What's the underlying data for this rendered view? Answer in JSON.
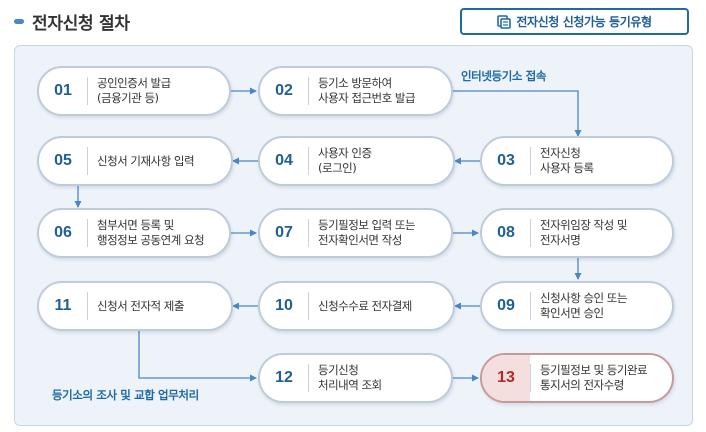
{
  "header": {
    "title": "전자신청 절차",
    "types_button_label": "전자신청 신청가능 등기유형"
  },
  "notes": {
    "online_access": "인터넷등기소 접속",
    "registry_review": "등기소의 조사 및  교합 업무처리"
  },
  "steps": [
    {
      "num": "01",
      "label": "공인인증서 발급\n(금융기관 등)"
    },
    {
      "num": "02",
      "label": "등기소 방문하여\n사용자 접근번호 발급"
    },
    {
      "num": "03",
      "label": "전자신청\n사용자 등록"
    },
    {
      "num": "04",
      "label": "사용자 인증\n(로그인)"
    },
    {
      "num": "05",
      "label": "신청서 기재사항 입력"
    },
    {
      "num": "06",
      "label": "첨부서면 등록 및\n행정정보 공동연계 요청"
    },
    {
      "num": "07",
      "label": "등기필정보 입력 또는\n전자확인서면 작성"
    },
    {
      "num": "08",
      "label": "전자위임장 작성 및\n전자서명"
    },
    {
      "num": "09",
      "label": "신청사항 승인 또는\n확인서면 승인"
    },
    {
      "num": "10",
      "label": "신청수수료 전자결제"
    },
    {
      "num": "11",
      "label": "신청서 전자적 제출"
    },
    {
      "num": "12",
      "label": "등기신청\n처리내역 조회"
    },
    {
      "num": "13",
      "label": "등기필정보 및 등기완료\n통지서의 전자수령"
    }
  ],
  "colors": {
    "accent": "#1f6aa6",
    "step_number": "#1f5f97",
    "highlight_number": "#b02a2a",
    "highlight_fill": "#f5dede",
    "panel_bg": "#eef3fa"
  }
}
